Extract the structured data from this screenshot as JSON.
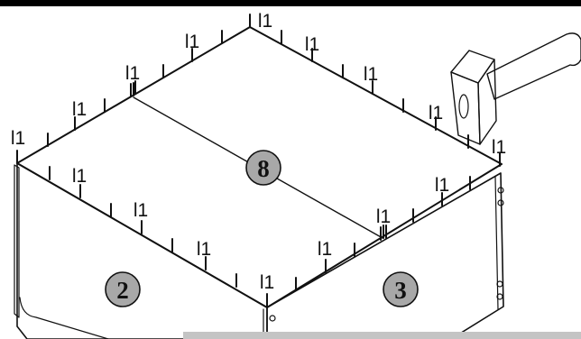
{
  "colors": {
    "background": "#ffffff",
    "line": "#111111",
    "panel": "#ffffff",
    "badge_fill": "#a8a8a8",
    "bottom_bar": "#c4c4c4",
    "top_bar": "#000000",
    "hammer_head": "#f2f2f2",
    "hammer_handle": "#ececec"
  },
  "icons": {
    "hammer": "hammer-icon",
    "nail": "nail-icon"
  },
  "parts": {
    "top_panel": "8",
    "front_panel": "2",
    "side_panel": "3"
  },
  "nail_label": "l1"
}
